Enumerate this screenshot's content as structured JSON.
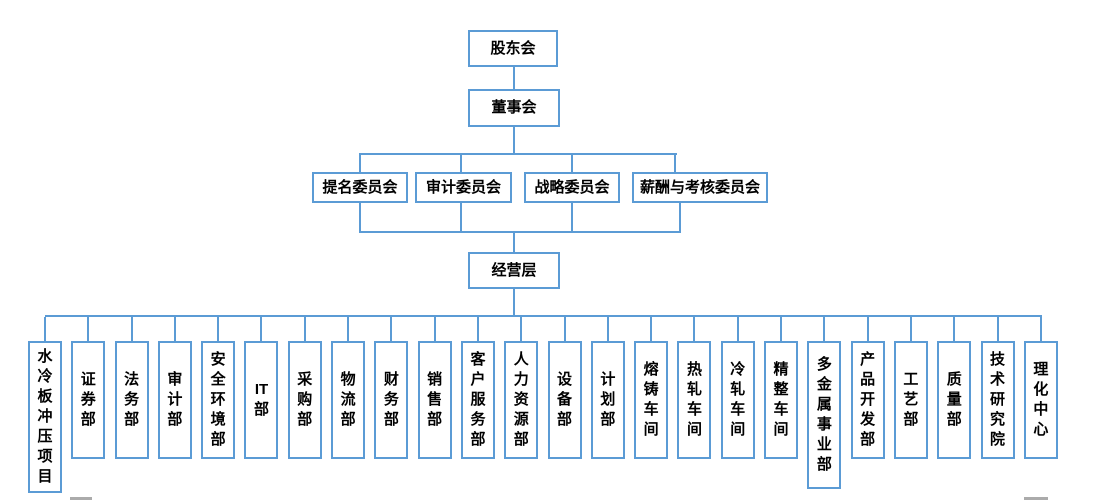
{
  "org_chart": {
    "title": "company-organization-chart",
    "levels": {
      "shareholders": "股东会",
      "board": "董事会",
      "management": "经营层"
    },
    "committees": [
      {
        "label": "提名委员会"
      },
      {
        "label": "审计委员会"
      },
      {
        "label": "战略委员会"
      },
      {
        "label": "薪酬与考核委员会"
      }
    ],
    "departments": [
      {
        "label": "水冷板冲压项目"
      },
      {
        "label": "证券部"
      },
      {
        "label": "法务部"
      },
      {
        "label": "审计部"
      },
      {
        "label": "安全环境部"
      },
      {
        "label": "IT部"
      },
      {
        "label": "采购部"
      },
      {
        "label": "物流部"
      },
      {
        "label": "财务部"
      },
      {
        "label": "销售部"
      },
      {
        "label": "客户服务部"
      },
      {
        "label": "人力资源部"
      },
      {
        "label": "设备部"
      },
      {
        "label": "计划部"
      },
      {
        "label": "熔铸车间"
      },
      {
        "label": "热轧车间"
      },
      {
        "label": "冷轧车间"
      },
      {
        "label": "精整车间"
      },
      {
        "label": "多金属事业部"
      },
      {
        "label": "产品开发部"
      },
      {
        "label": "工艺部"
      },
      {
        "label": "质量部"
      },
      {
        "label": "技术研究院"
      },
      {
        "label": "理化中心"
      }
    ],
    "colors": {
      "box_border": "#5B9BD5",
      "connector": "#5B9BD5",
      "text": "#000000",
      "background": "#FFFFFF",
      "artifact_gray": "#ABABAB"
    }
  }
}
